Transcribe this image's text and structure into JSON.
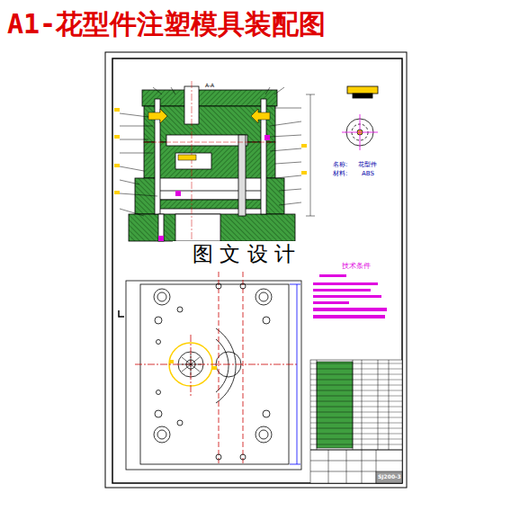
{
  "diagram": {
    "title": "A1-花型件注塑模具装配图",
    "labels": [
      "A-A",
      "名称:",
      "花型件",
      "材料:",
      "ABS",
      "技术条件",
      "图 文 设 计",
      "SJ200-3"
    ]
  }
}
